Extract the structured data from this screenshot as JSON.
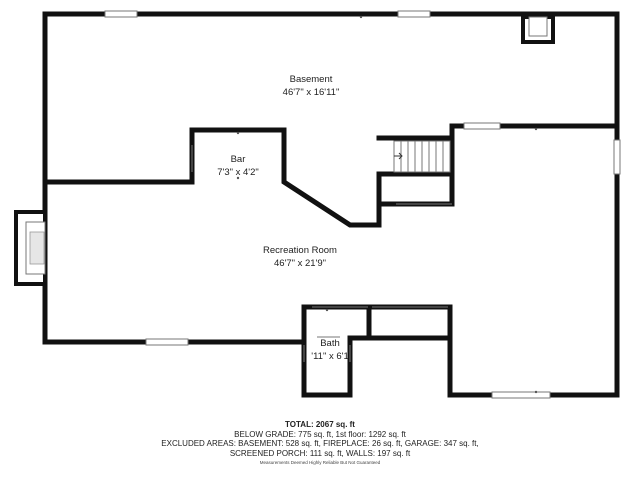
{
  "rooms": {
    "basement": {
      "name": "Basement",
      "dims": "46'7\" x 16'11\""
    },
    "bar": {
      "name": "Bar",
      "dims": "7'3\" x 4'2\""
    },
    "recreation": {
      "name": "Recreation Room",
      "dims": "46'7\" x 21'9\""
    },
    "bath": {
      "name": "Bath",
      "dims": "'11\" x 6'1"
    }
  },
  "summary": {
    "total": "TOTAL: 2067 sq. ft",
    "line1": "BELOW GRADE: 775 sq. ft, 1st floor: 1292 sq. ft",
    "line2": "EXCLUDED AREAS: BASEMENT: 528 sq. ft, FIREPLACE: 26 sq. ft, GARAGE: 347 sq. ft,",
    "line3": "SCREENED PORCH: 111 sq. ft, WALLS: 197 sq. ft",
    "disclaimer": "Measurements Deemed Highly Reliable But Not Guaranteed"
  }
}
